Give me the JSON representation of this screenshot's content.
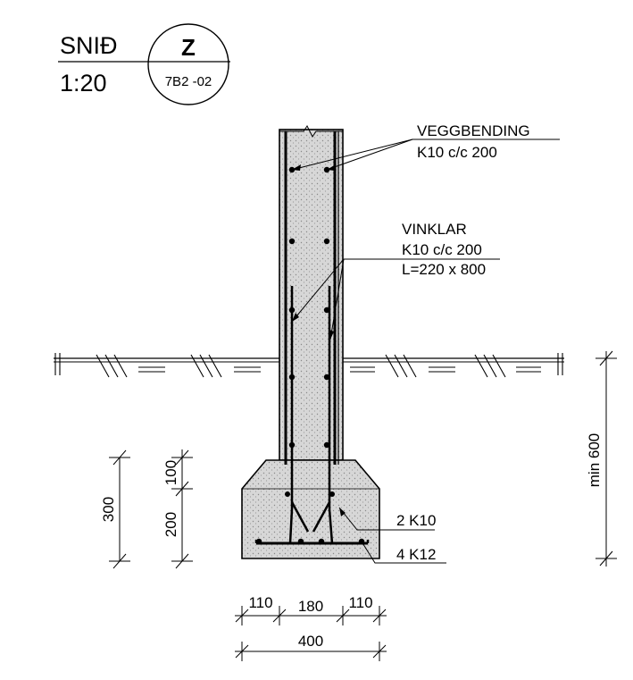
{
  "title_block": {
    "section_word": "SNIÐ",
    "scale": "1:20",
    "section_mark": "Z",
    "sheet_ref": "7B2 -02"
  },
  "labels": {
    "wall_rebar_title": "VEGGBENDING",
    "wall_rebar_spec": "K10 c/c 200",
    "stirrups_title": "VINKLAR",
    "stirrups_spec": "K10 c/c 200",
    "stirrups_length": "L=220 x 800",
    "footing_bars_small": "2 K10",
    "footing_bars_main": "4 K12"
  },
  "dimensions": {
    "footing_height_total": "300",
    "footing_height_top": "100",
    "footing_height_bottom": "200",
    "min_depth": "min 600",
    "left_offset": "110",
    "wall_thickness": "180",
    "right_offset": "110",
    "footing_width": "400"
  }
}
